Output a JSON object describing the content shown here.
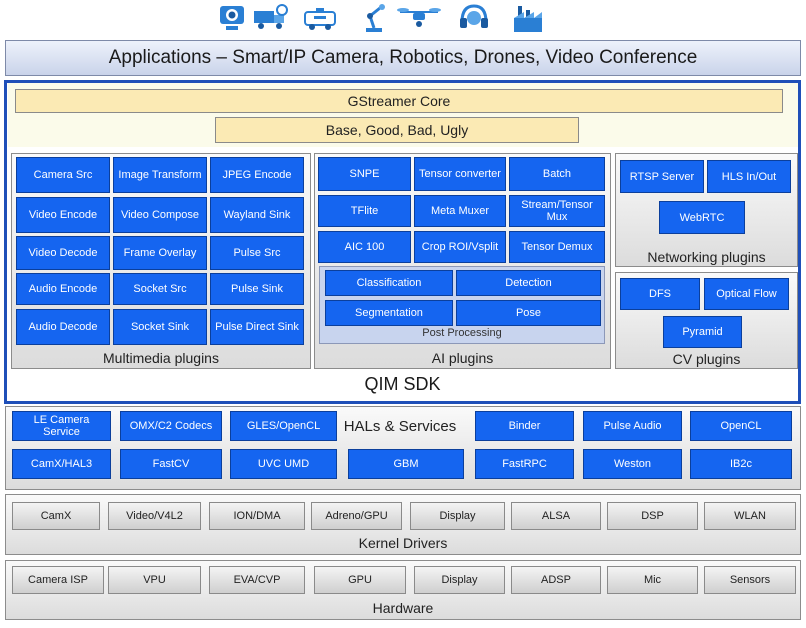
{
  "icons": [
    "camera-icon",
    "truck-icon",
    "van-icon",
    "robot-arm-icon",
    "drone-icon",
    "headset-icon",
    "factory-icon"
  ],
  "applications": "Applications – Smart/IP Camera, Robotics, Drones, Video Conference",
  "core": {
    "gstreamer": "GStreamer Core",
    "plugin_sets": "Base, Good, Bad, Ugly"
  },
  "multimedia": {
    "label": "Multimedia plugins",
    "items": [
      "Camera Src",
      "Image Transform",
      "JPEG Encode",
      "Video Encode",
      "Video Compose",
      "Wayland Sink",
      "Video Decode",
      "Frame Overlay",
      "Pulse Src",
      "Audio Encode",
      "Socket Src",
      "Pulse Sink",
      "Audio Decode",
      "Socket Sink",
      "Pulse Direct Sink"
    ]
  },
  "ai": {
    "label": "AI plugins",
    "items": [
      "SNPE",
      "Tensor converter",
      "Batch",
      "TFlite",
      "Meta Muxer",
      "Stream/Tensor Mux",
      "AIC 100",
      "Crop ROI/Vsplit",
      "Tensor Demux"
    ],
    "post_processing": {
      "label": "Post Processing",
      "items": [
        "Classification",
        "Detection",
        "Segmentation",
        "Pose"
      ]
    }
  },
  "networking": {
    "label": "Networking plugins",
    "items": [
      "RTSP Server",
      "HLS In/Out",
      "WebRTC"
    ]
  },
  "cv": {
    "label": "CV plugins",
    "items": [
      "DFS",
      "Optical Flow",
      "Pyramid"
    ]
  },
  "sdk_label": "QIM SDK",
  "hal": {
    "label": "HALs & Services",
    "items": [
      "LE Camera Service",
      "OMX/C2 Codecs",
      "GLES/OpenCL",
      "Binder",
      "Pulse Audio",
      "OpenCL",
      "CamX/HAL3",
      "FastCV",
      "UVC UMD",
      "GBM",
      "FastRPC",
      "Weston",
      "IB2c"
    ]
  },
  "kernel": {
    "label": "Kernel Drivers",
    "items": [
      "CamX",
      "Video/V4L2",
      "ION/DMA",
      "Adreno/GPU",
      "Display",
      "ALSA",
      "DSP",
      "WLAN"
    ]
  },
  "hardware": {
    "label": "Hardware",
    "items": [
      "Camera ISP",
      "VPU",
      "EVA/CVP",
      "GPU",
      "Display",
      "ADSP",
      "Mic",
      "Sensors"
    ]
  },
  "colors": {
    "block_blue": "#1565f0",
    "sdk_border": "#1f4fb8",
    "core_yellow": "#fbeab4"
  }
}
